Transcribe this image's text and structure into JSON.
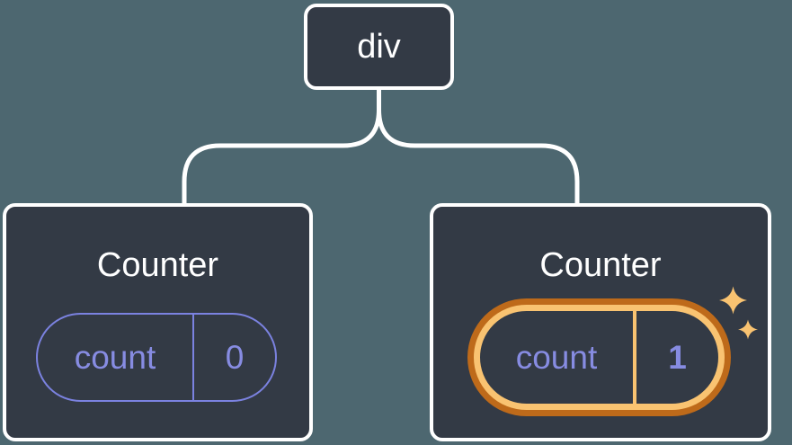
{
  "diagram": {
    "root": {
      "label": "div"
    },
    "children": [
      {
        "title": "Counter",
        "state_key": "count",
        "state_value": "0",
        "highlighted": false
      },
      {
        "title": "Counter",
        "state_key": "count",
        "state_value": "1",
        "highlighted": true
      }
    ],
    "icons": {
      "highlight": "sparkle-icon"
    },
    "colors": {
      "background": "#4d6770",
      "node_fill": "#333a45",
      "node_border": "#ffffff",
      "connector": "#ffffff",
      "state_accent": "#7b82e0",
      "state_text": "#878ce2",
      "highlight_ring_outer": "#be6a1a",
      "highlight_ring_inner": "#f9c371",
      "sparkle": "#f9c371"
    }
  }
}
